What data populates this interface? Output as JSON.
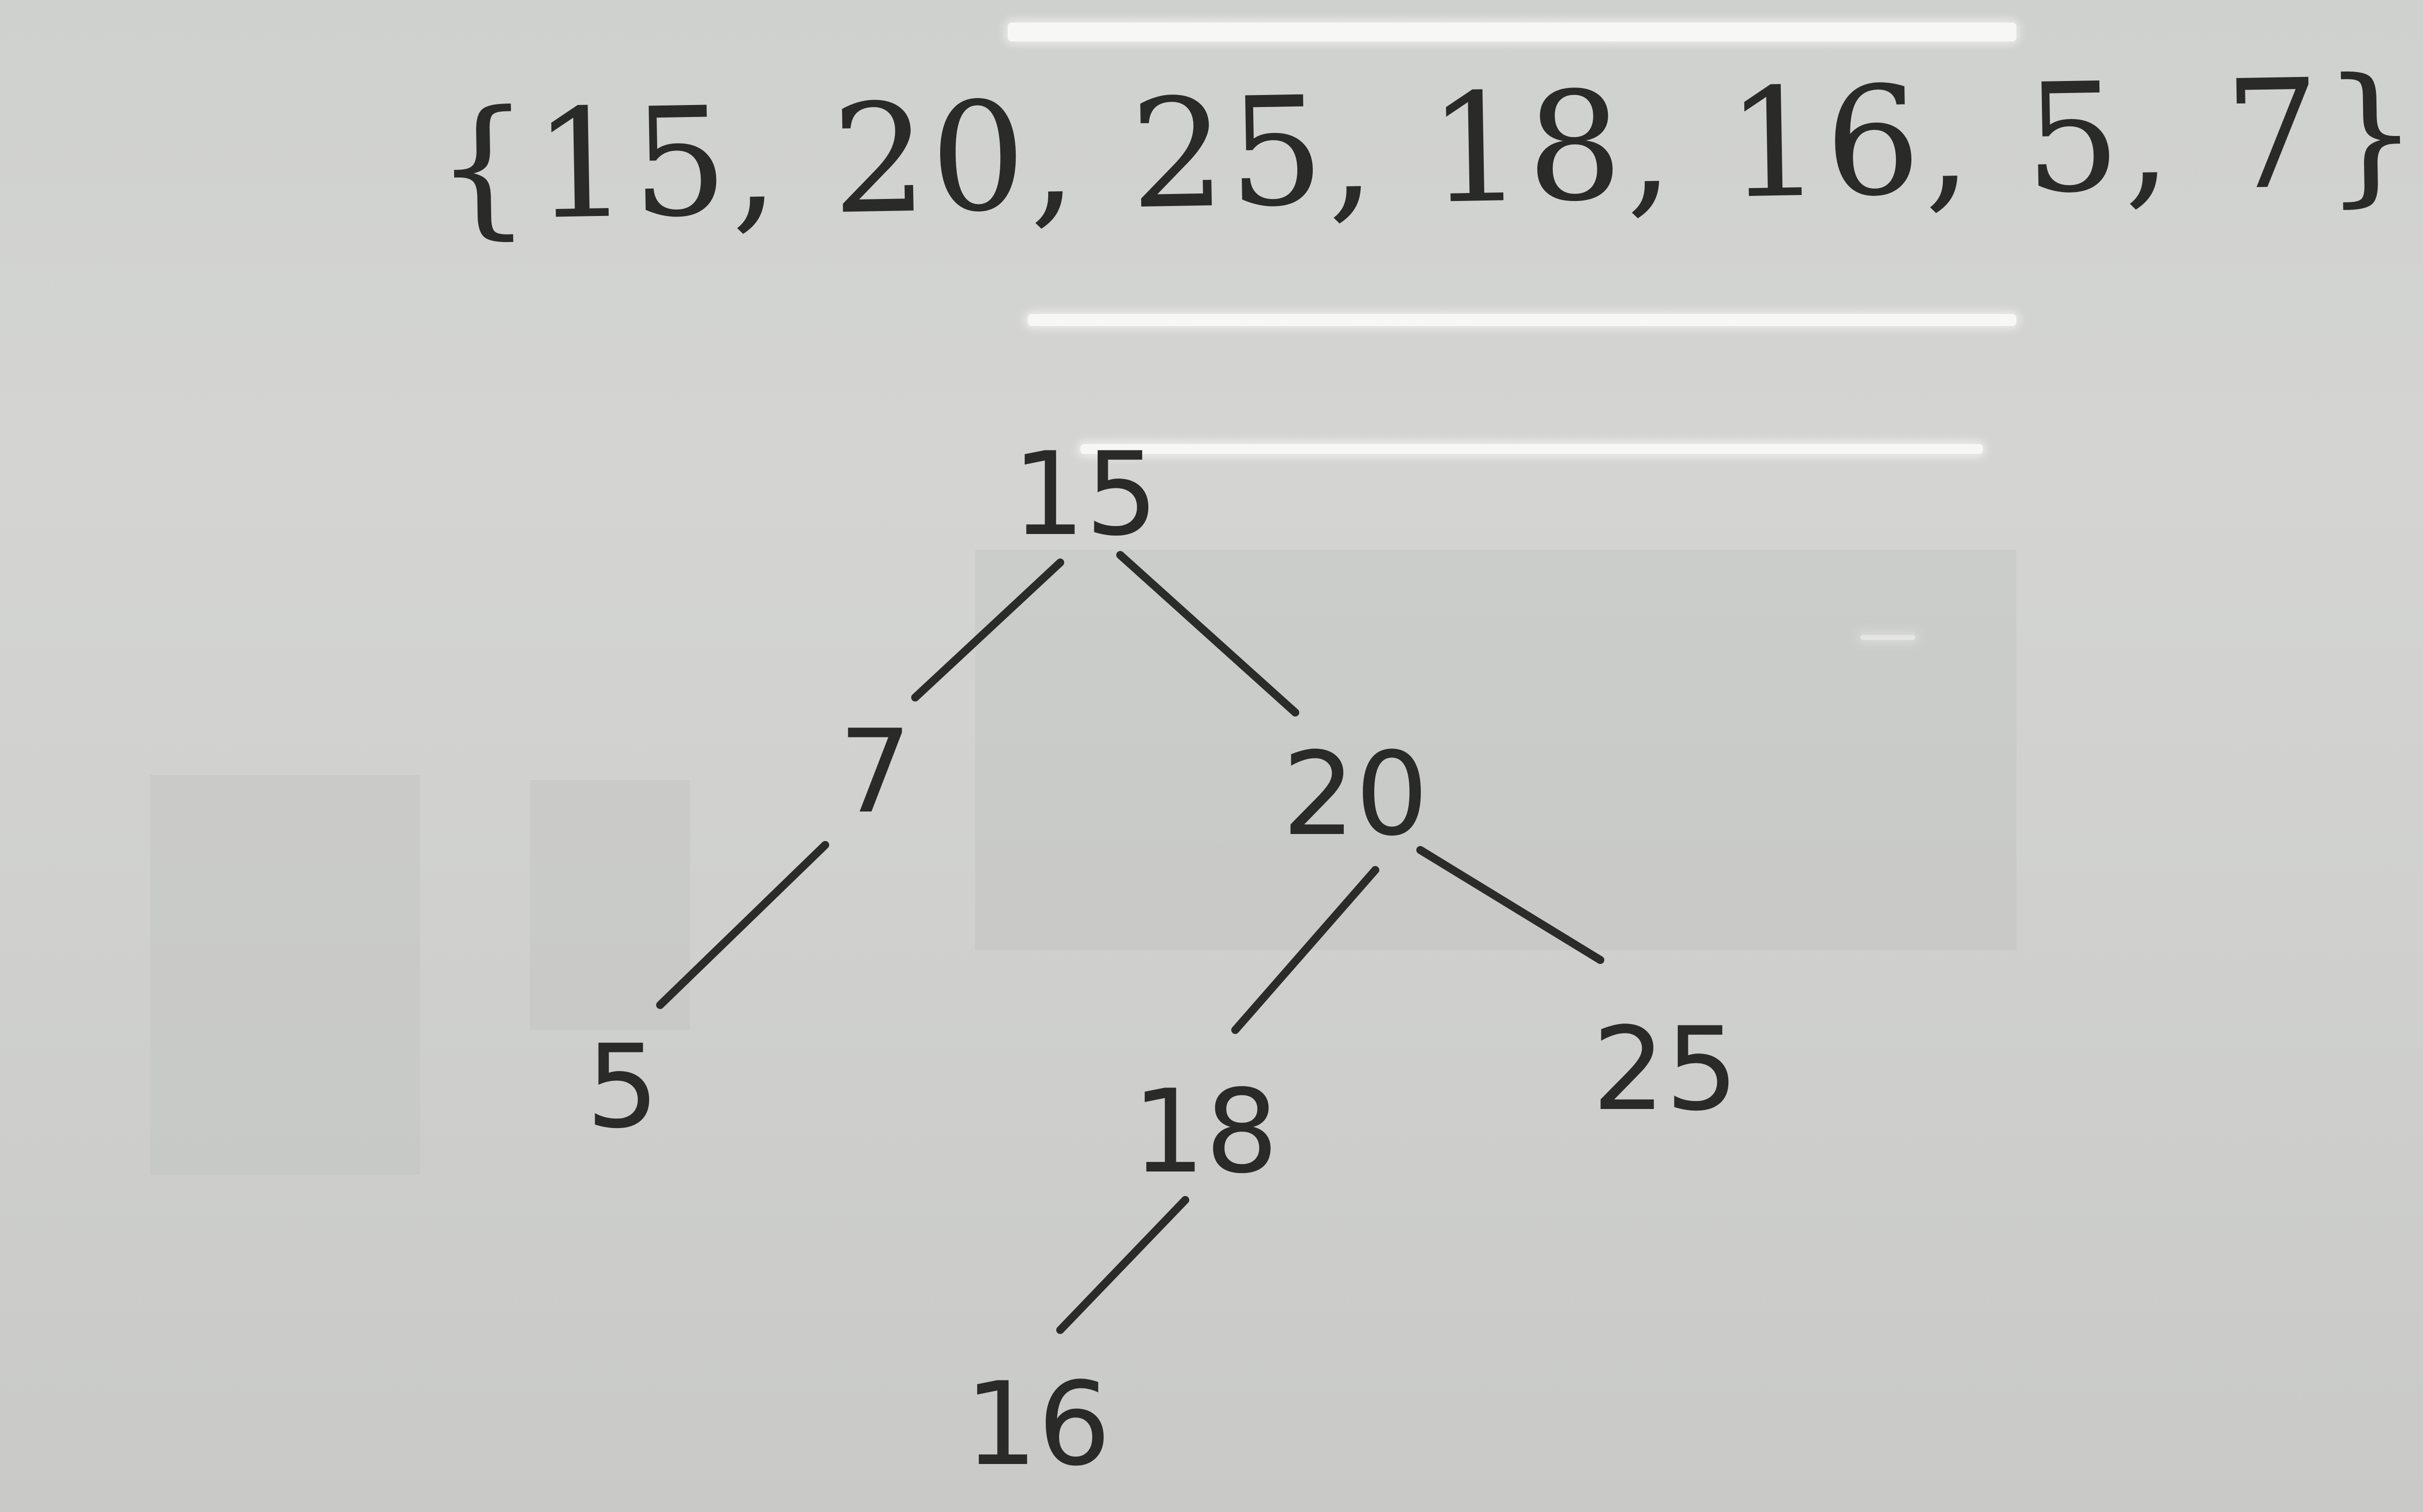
{
  "sequence": "{15, 20, 25, 18, 16, 5, 7}",
  "tree": {
    "nodes": [
      {
        "id": "15",
        "label": "15"
      },
      {
        "id": "7",
        "label": "7"
      },
      {
        "id": "20",
        "label": "20"
      },
      {
        "id": "5",
        "label": "5"
      },
      {
        "id": "18",
        "label": "18"
      },
      {
        "id": "25",
        "label": "25"
      },
      {
        "id": "16",
        "label": "16"
      }
    ],
    "edges": [
      {
        "from": "15",
        "to": "7"
      },
      {
        "from": "15",
        "to": "20"
      },
      {
        "from": "7",
        "to": "5"
      },
      {
        "from": "20",
        "to": "18"
      },
      {
        "from": "20",
        "to": "25"
      },
      {
        "from": "18",
        "to": "16"
      }
    ]
  },
  "colors": {
    "ink": "#2a2a28",
    "board": "#d2d3d1",
    "reflection": "#f7f7f5"
  }
}
